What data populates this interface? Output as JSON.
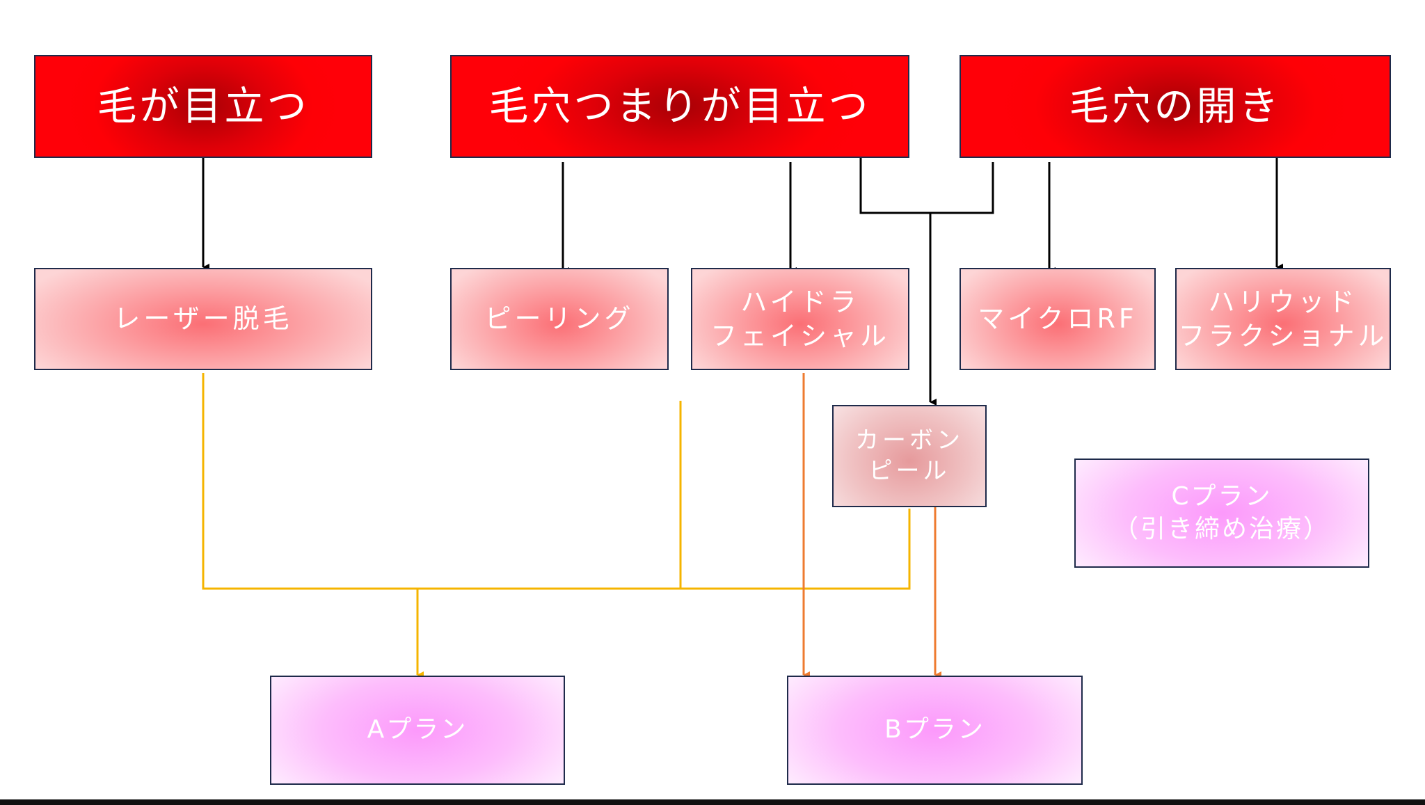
{
  "concerns": {
    "hair": "毛が目立つ",
    "clogged": "毛穴つまりが目立つ",
    "open": "毛穴の開き"
  },
  "treatments": {
    "laser": "レーザー脱毛",
    "peeling": "ピーリング",
    "hydra": "ハイドラ\nフェイシャル",
    "micro_rf": "マイクロRF",
    "hollywood": "ハリウッド\nフラクショナル",
    "carbon": "カーボン\nピール"
  },
  "plans": {
    "a": "Aプラン",
    "b": "Bプラン",
    "c": "Cプラン\n（引き締め治療）"
  },
  "colors": {
    "concern_red": "#ff0008",
    "black_arrow": "#000000",
    "yellow_line": "#f5b400",
    "orange_line": "#ee7b30",
    "plan_pink": "#fc99fb",
    "border": "#1e2a4a"
  }
}
